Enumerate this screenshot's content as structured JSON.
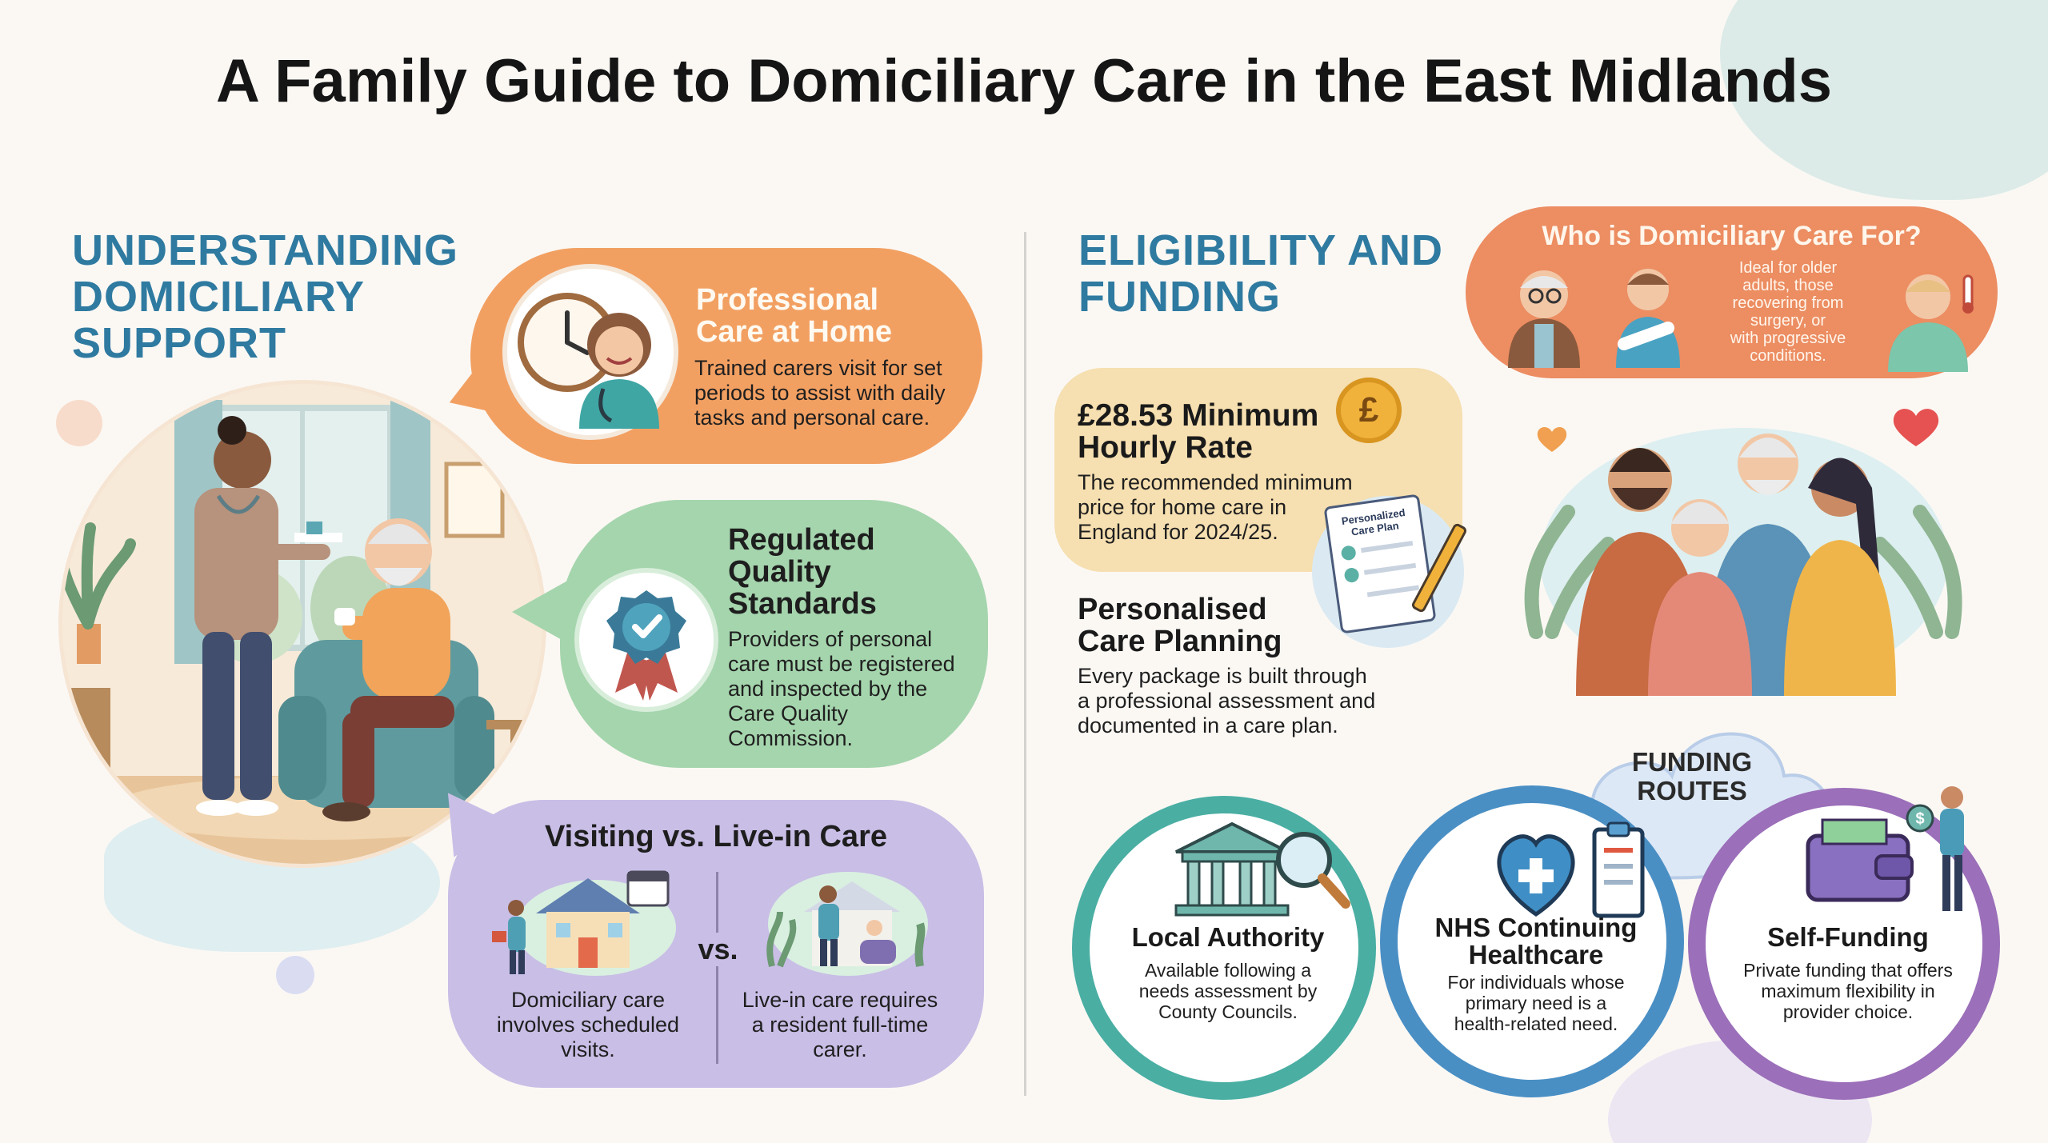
{
  "title": "A Family Guide to Domiciliary Care in the East Midlands",
  "left": {
    "heading_lines": [
      "UNDERSTANDING",
      "DOMICILIARY",
      "SUPPORT"
    ],
    "professional": {
      "title_lines": [
        "Professional",
        "Care at Home"
      ],
      "text_lines": [
        "Trained carers visit for set",
        "periods to assist with daily",
        "tasks and personal care."
      ]
    },
    "regulated": {
      "title_lines": [
        "Regulated",
        "Quality",
        "Standards"
      ],
      "text_lines": [
        "Providers of personal",
        "care must be registered",
        "and inspected by the",
        "Care Quality",
        "Commission."
      ]
    },
    "visiting": {
      "title": "Visiting vs. Live-in Care",
      "vs": "vs.",
      "left_lines": [
        "Domiciliary care",
        "involves scheduled",
        "visits."
      ],
      "right_lines": [
        "Live-in care requires",
        "a resident full-time",
        "carer."
      ]
    }
  },
  "right": {
    "heading_lines": [
      "ELIGIBILITY AND",
      "FUNDING"
    ],
    "who": {
      "title": "Who is Domiciliary Care For?",
      "text_lines": [
        "Ideal for older",
        "adults, those",
        "recovering from",
        "surgery, or",
        "with progressive",
        "conditions."
      ]
    },
    "rate": {
      "title_lines": [
        "£28.53 Minimum",
        "Hourly Rate"
      ],
      "text_lines": [
        "The recommended minimum",
        "price for home care in",
        "England for 2024/25."
      ],
      "coin_symbol": "£"
    },
    "care_plan_doc": [
      "Personalized",
      "Care Plan"
    ],
    "planning": {
      "title_lines": [
        "Personalised",
        "Care Planning"
      ],
      "text_lines": [
        "Every package is built through",
        "a professional assessment and",
        "documented in a care plan."
      ]
    },
    "funding_cloud": [
      "FUNDING",
      "ROUTES"
    ],
    "routes": [
      {
        "title_lines": [
          "Local Authority"
        ],
        "text_lines": [
          "Available following a",
          "needs assessment by",
          "County Councils."
        ],
        "color": "#4aaea3"
      },
      {
        "title_lines": [
          "NHS Continuing",
          "Healthcare"
        ],
        "text_lines": [
          "For individuals whose",
          "primary need is a",
          "health-related need."
        ],
        "color": "#4a8fc4"
      },
      {
        "title_lines": [
          "Self-Funding"
        ],
        "text_lines": [
          "Private funding that offers",
          "maximum flexibility in",
          "provider choice."
        ],
        "color": "#9b6fb9"
      }
    ]
  },
  "colors": {
    "title": "#151515",
    "heading": "#2f7aa0",
    "orange": "#f2a062",
    "green": "#a5d5ad",
    "purple": "#c9bee6",
    "who_bg": "#ec8d62",
    "rate_bg": "#f6dfb0"
  },
  "icons": [
    "clock-icon",
    "nurse-icon",
    "quality-badge-icon",
    "house-icon",
    "calendar-icon",
    "pound-coin-icon",
    "care-plan-icon",
    "pen-icon",
    "government-building-icon",
    "magnifier-icon",
    "heart-plus-icon",
    "clipboard-icon",
    "wallet-icon",
    "person-icon"
  ]
}
